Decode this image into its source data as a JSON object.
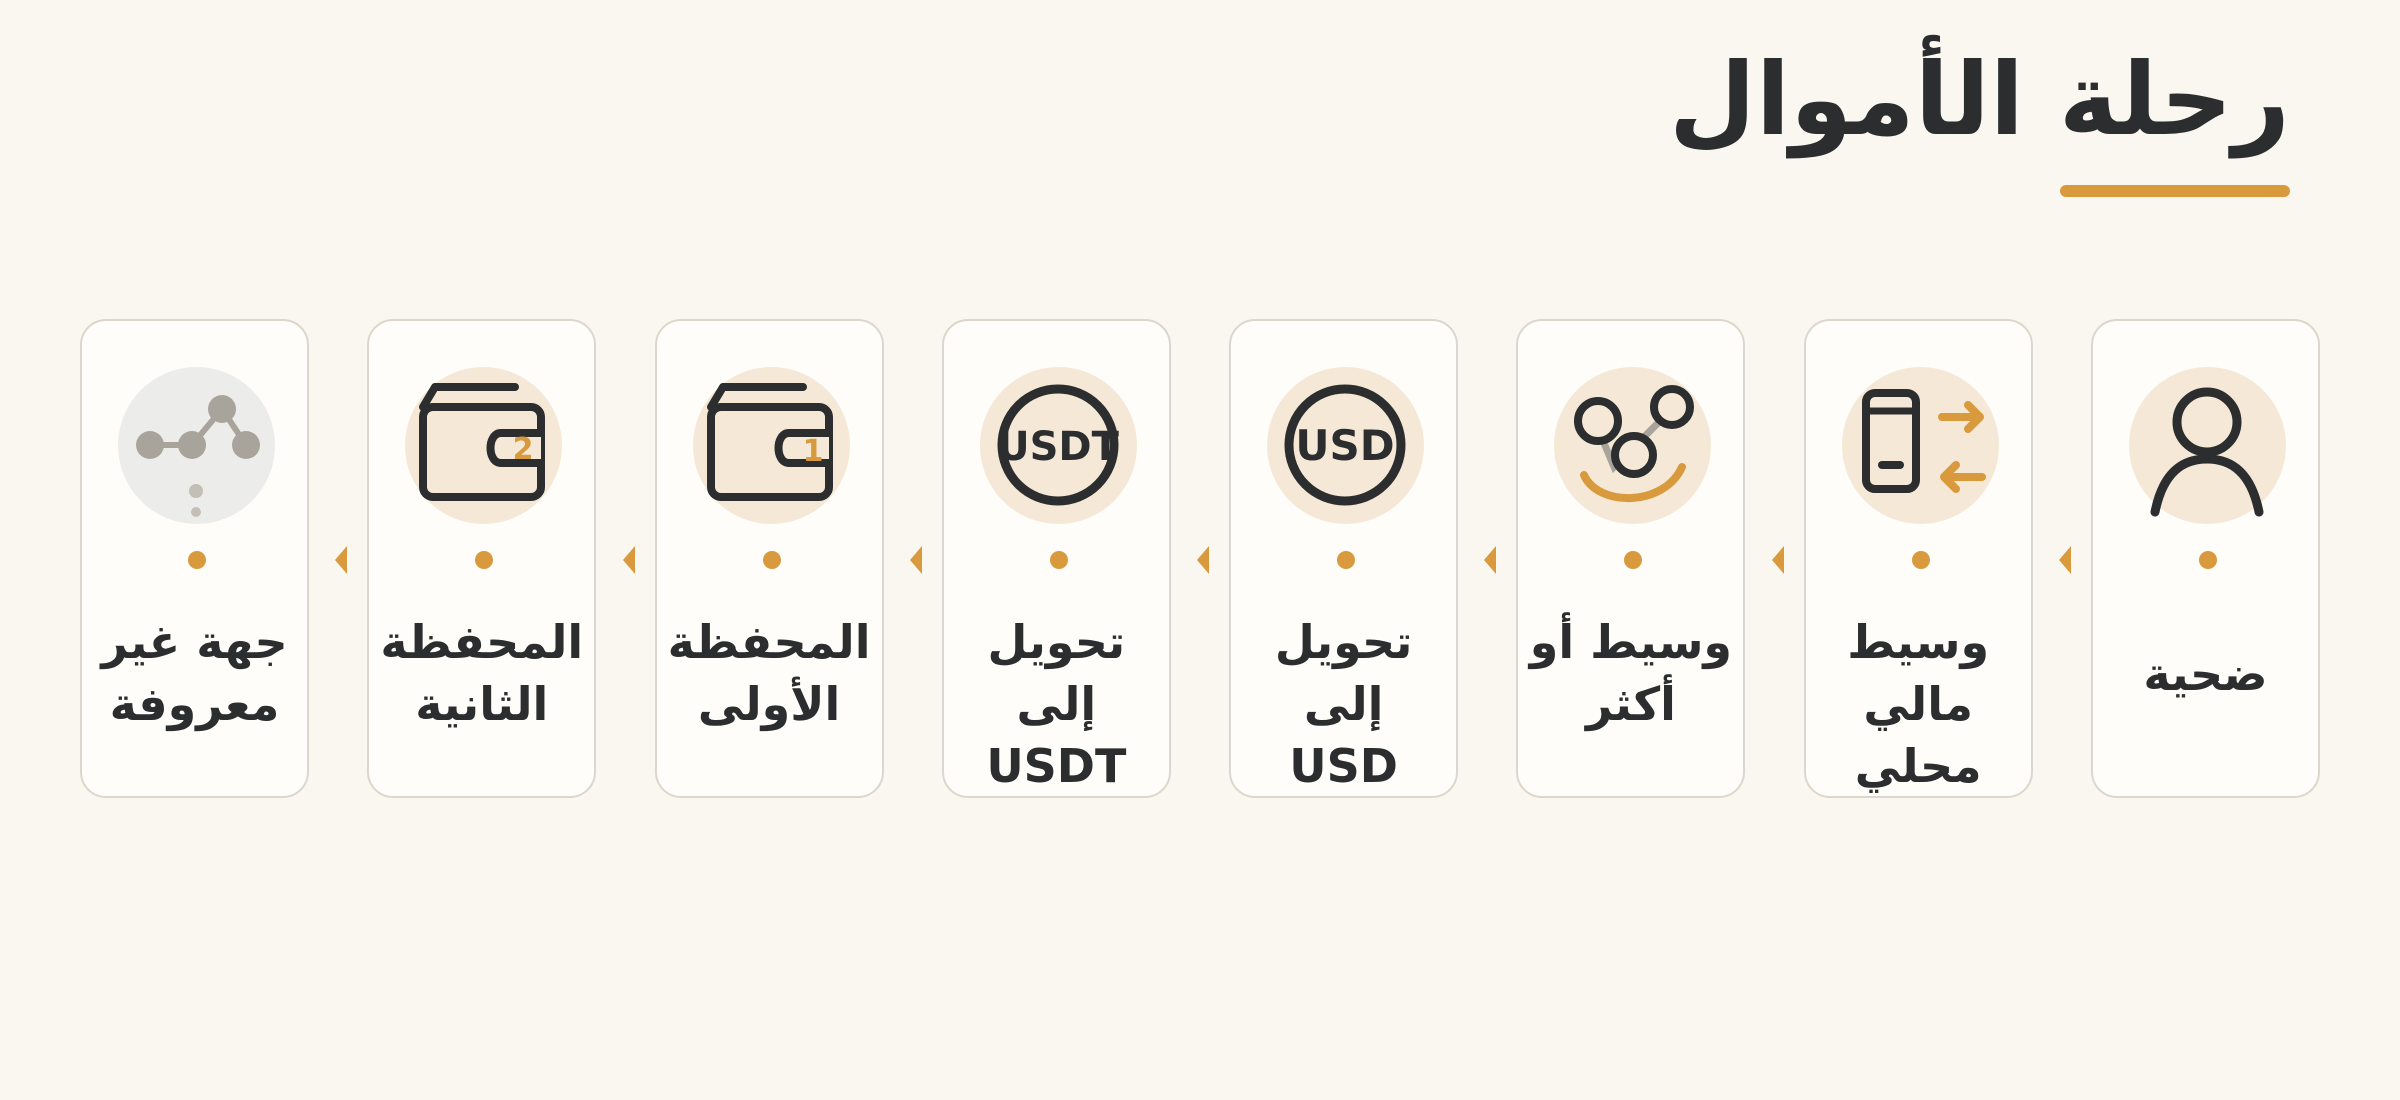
{
  "title": "رحلة الأموال",
  "colors": {
    "accent": "#d89a3c",
    "icon_bg": "#f5e8d6",
    "muted_icon_bg": "#ececea",
    "ink": "#2b2d2f",
    "card_border": "#ddd6cc",
    "background": "#faf7f1"
  },
  "steps": [
    {
      "label": "ضحية",
      "icon": "person-icon"
    },
    {
      "label": "وسيط مالي\nمحلي",
      "icon": "phone-exchange-icon"
    },
    {
      "label": "وسيط أو\nأكثر",
      "icon": "network-hands-icon"
    },
    {
      "label": "تحويل إلى\nUSD",
      "icon": "usd-coin-icon",
      "icon_text": "USD"
    },
    {
      "label": "تحويل إلى\nUSDT",
      "icon": "usdt-coin-icon",
      "icon_text": "USDT"
    },
    {
      "label": "المحفظة\nالأولى",
      "icon": "wallet-1-icon",
      "icon_text": "1"
    },
    {
      "label": "المحفظة\nالثانية",
      "icon": "wallet-2-icon",
      "icon_text": "2"
    },
    {
      "label": "جهة غير\nمعروفة",
      "icon": "unknown-network-icon"
    }
  ]
}
